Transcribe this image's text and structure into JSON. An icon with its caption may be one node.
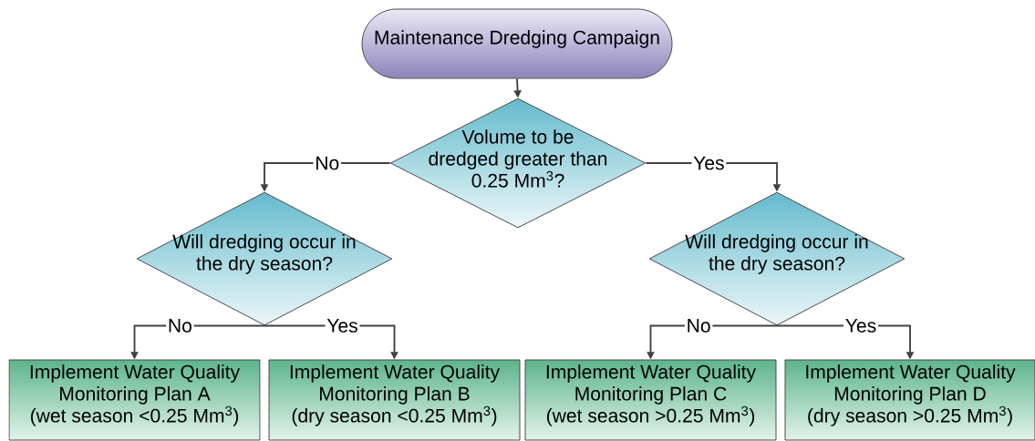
{
  "diagram": {
    "nodes": [
      {
        "text": [
          "Maintenance Dredging Campaign"
        ]
      },
      {
        "text": [
          "Volume to be dredged greater than 0.25 Mm$^{3}$?"
        ]
      },
      {
        "text": [
          "Will dredging occur in the dry season?"
        ]
      },
      {
        "text": [
          "Will dredging occur in the dry season?"
        ]
      },
      {
        "text": [
          "Implement Water Quality Monitoring Plan A",
          "(wet season <0.25 Mm$^{3}$)"
        ]
      },
      {
        "text": [
          "Implement Water Quality Monitoring Plan B",
          "(dry season <0.25 Mm$^{3}$)"
        ]
      },
      {
        "text": [
          "Implement Water Quality Monitoring Plan C",
          "(wet season >0.25 Mm$^{3}$)"
        ]
      },
      {
        "text": [
          "Implement Water Quality Monitoring Plan D",
          "(dry season >0.25 Mm$^{3}$)"
        ]
      }
    ],
    "edges": [
      {
        "from": 0,
        "to": 1,
        "arrow": "to"
      },
      {
        "from": 1,
        "to": 2,
        "arrow": "to",
        "label": "No"
      },
      {
        "from": 1,
        "to": 3,
        "arrow": "to",
        "label": "Yes"
      },
      {
        "from": 2,
        "to": 4,
        "arrow": "to",
        "label": "No"
      },
      {
        "from": 2,
        "to": 5,
        "arrow": "to",
        "label": "Yes"
      },
      {
        "from": 3,
        "to": 6,
        "arrow": "to",
        "label": "No"
      },
      {
        "from": 3,
        "to": 7,
        "arrow": "to",
        "label": "Yes"
      }
    ]
  }
}
